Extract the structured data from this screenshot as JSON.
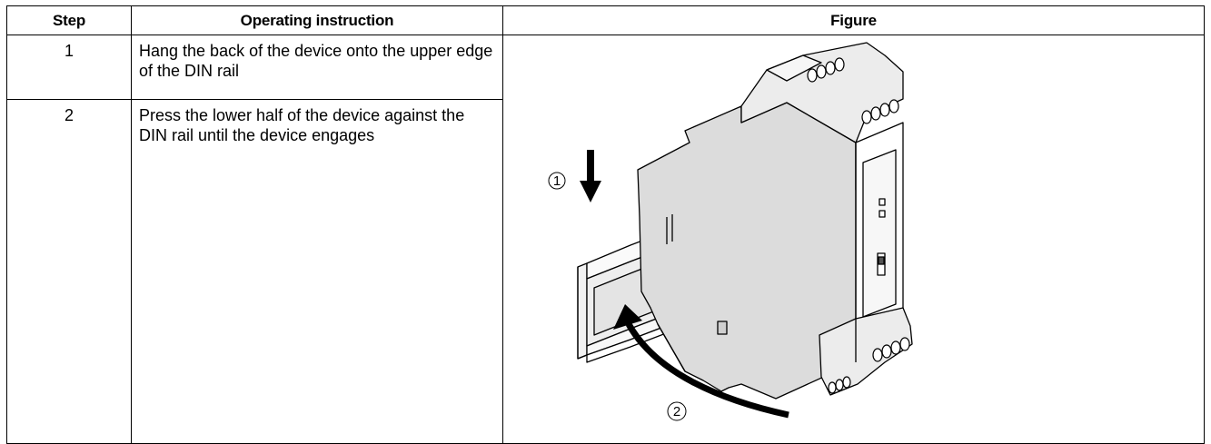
{
  "table": {
    "headers": {
      "step": "Step",
      "instruction": "Operating instruction",
      "figure": "Figure"
    },
    "rows": [
      {
        "step": "1",
        "instruction": "Hang the back of the device onto the upper edge of the DIN rail"
      },
      {
        "step": "2",
        "instruction": "Press the lower half of the device against the DIN rail until the device engages"
      }
    ]
  },
  "figure": {
    "callout_1": "1",
    "callout_2": "2",
    "icon": "din-rail-mounting-illustration"
  }
}
